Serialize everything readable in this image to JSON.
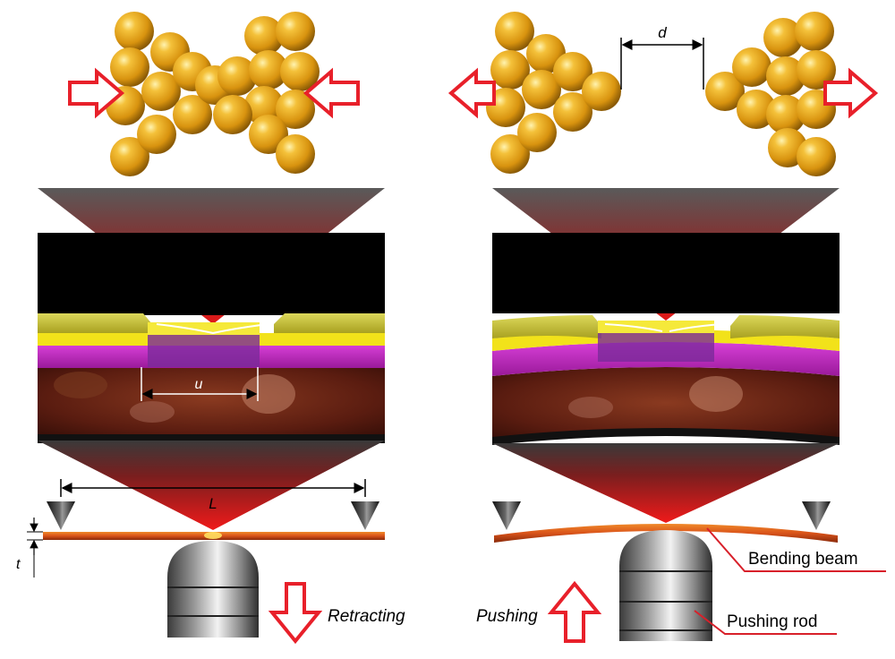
{
  "labels": {
    "gap_distance": "d",
    "gap_width": "u",
    "support_span": "L",
    "beam_thickness": "t",
    "retracting": "Retracting",
    "pushing": "Pushing",
    "bending_beam": "Bending beam",
    "pushing_rod": "Pushing rod"
  },
  "colors": {
    "gold": "#E6A11A",
    "arrow_red": "#E8202A",
    "cone_red": "#D81E1E",
    "gold_layer": "#C9C23A",
    "yellow_layer": "#F2E21A",
    "purple_layer": "#C02AC0",
    "substrate": "#5A1C10",
    "beam": "#D9531A",
    "rod_gray": "#9A9A9A",
    "support": "#222222"
  }
}
